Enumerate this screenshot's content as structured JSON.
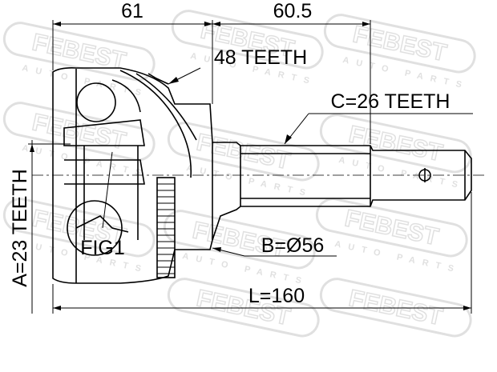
{
  "brand": {
    "watermark_name": "FEBEST",
    "watermark_tagline": "AUTO PARTS",
    "watermark_color": "#c8c8c8"
  },
  "dimensions": {
    "top_left": "61",
    "top_right": "60.5",
    "outer_teeth": "48 TEETH",
    "shaft_teeth": "C=26 TEETH",
    "inner_teeth": "A=23 TEETH",
    "diameter": "B=Ø56",
    "length": "L=160"
  },
  "labels": {
    "figure": "FIG1"
  },
  "colors": {
    "line": "#000000",
    "background": "#ffffff"
  }
}
